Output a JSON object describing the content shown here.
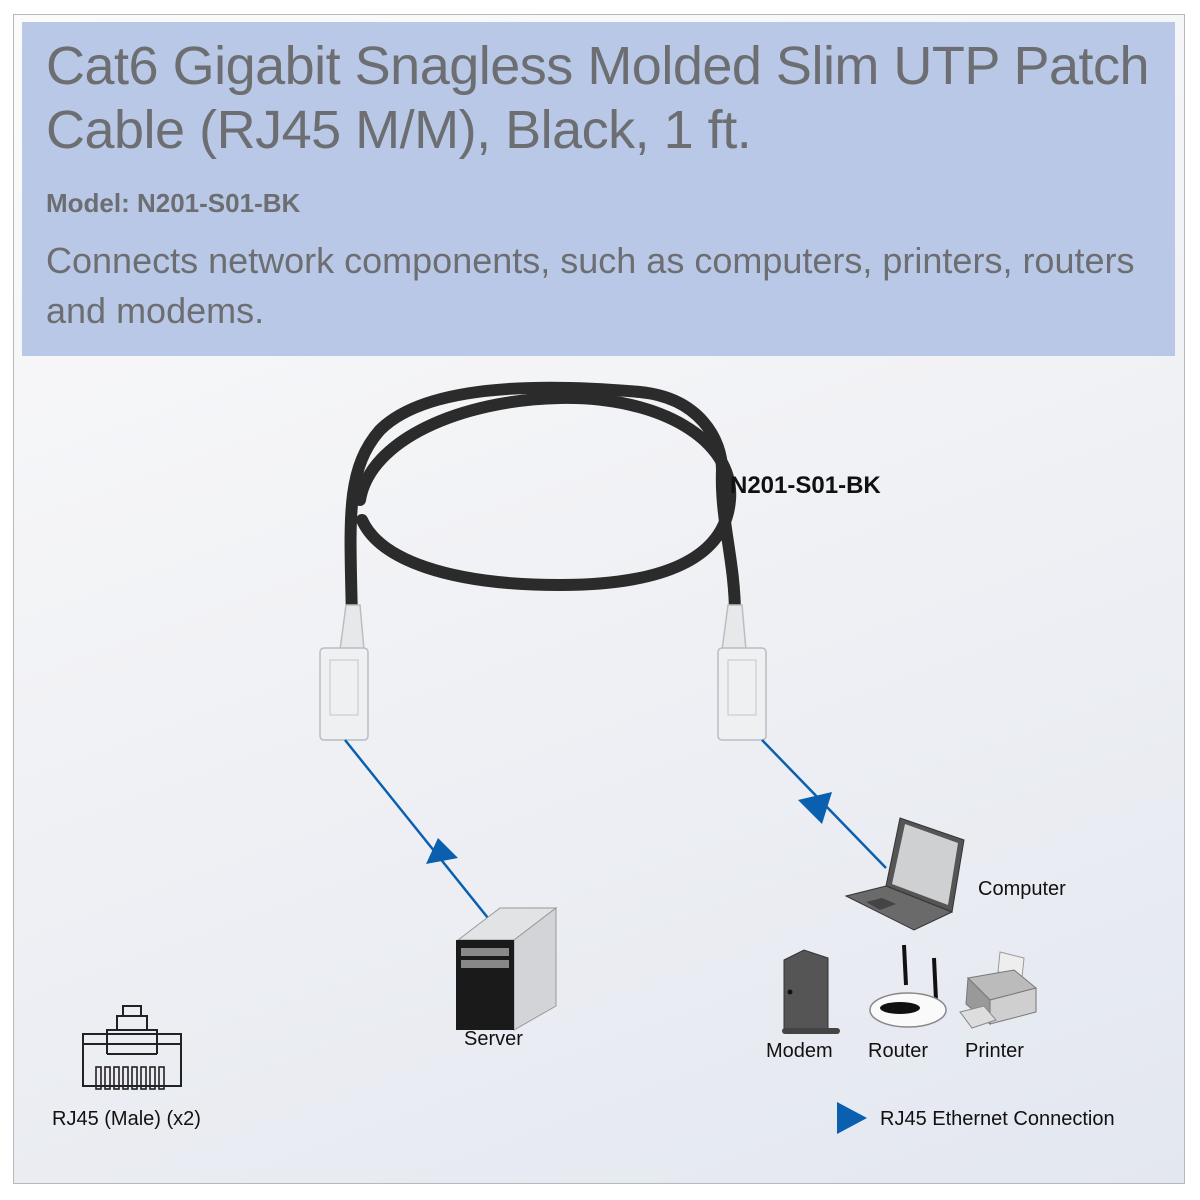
{
  "header": {
    "title": "Cat6 Gigabit Snagless Molded Slim UTP Patch Cable (RJ45 M/M), Black, 1 ft.",
    "model": "Model: N201-S01-BK",
    "description": "Connects network components, such as computers, printers, routers and modems."
  },
  "diagram": {
    "cable_label": "N201-S01-BK",
    "nodes": {
      "server": "Server",
      "computer": "Computer",
      "modem": "Modem",
      "router": "Router",
      "printer": "Printer"
    },
    "connector": {
      "icon": "rj45-connector-icon",
      "label": "RJ45 (Male) (x2)"
    },
    "legend": {
      "icon": "blue-triangle-arrow-icon",
      "label": "RJ45 Ethernet Connection"
    },
    "colors": {
      "header_bg": "#b8c8e6",
      "header_text": "#6d6e71",
      "connection_line": "#0a5fae",
      "cable": "#2b2b2b"
    }
  }
}
